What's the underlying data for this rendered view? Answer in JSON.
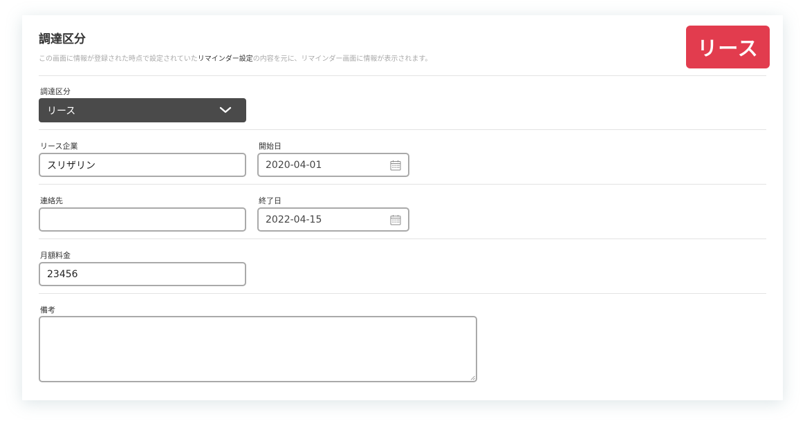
{
  "section": {
    "title": "調達区分",
    "description_pre": "この画面に情報が登録された時点で設定されていた",
    "description_link": "リマインダー設定",
    "description_post": "の内容を元に、リマインダー画面に情報が表示されます。",
    "badge": "リース"
  },
  "procurement": {
    "label": "調達区分",
    "value": "リース",
    "icon": "chevron-down-icon"
  },
  "lease_company": {
    "label": "リース企業",
    "value": "スリザリン"
  },
  "start_date": {
    "label": "開始日",
    "value": "2020-04-01",
    "icon": "calendar-icon"
  },
  "contact": {
    "label": "連絡先",
    "value": ""
  },
  "end_date": {
    "label": "終了日",
    "value": "2022-04-15",
    "icon": "calendar-icon"
  },
  "monthly_fee": {
    "label": "月額料金",
    "value": "23456"
  },
  "notes": {
    "label": "備考",
    "value": ""
  },
  "colors": {
    "accent": "#e23c4e",
    "select_bg": "#4a4a4a",
    "border": "#a9a9a9",
    "divider": "#e3e3e3"
  }
}
